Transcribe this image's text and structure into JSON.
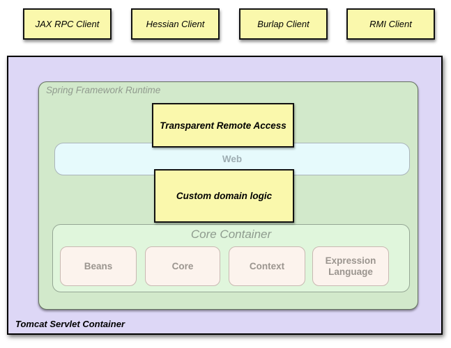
{
  "clients": [
    "JAX RPC Client",
    "Hessian Client",
    "Burlap Client",
    "RMI Client"
  ],
  "tomcat": {
    "label": "Tomcat Servlet Container"
  },
  "runtime": {
    "label": "Spring Framework Runtime"
  },
  "transparent_remote_access": {
    "label": "Transparent Remote Access"
  },
  "web": {
    "label": "Web"
  },
  "custom_domain_logic": {
    "label": "Custom domain logic"
  },
  "core_container": {
    "title": "Core Container",
    "modules": [
      "Beans",
      "Core",
      "Context",
      "Expression Language"
    ]
  },
  "colors": {
    "client_box_bg": "#FAF8AC",
    "tomcat_container_bg": "#DDD7F6",
    "runtime_container_bg": "#D2E9CB",
    "web_bar_bg": "#E6FAFC",
    "core_container_bg": "#E0F6DC",
    "module_box_bg": "#FCF3ED",
    "box_border": "#111111",
    "muted_text": "#909a8e"
  }
}
